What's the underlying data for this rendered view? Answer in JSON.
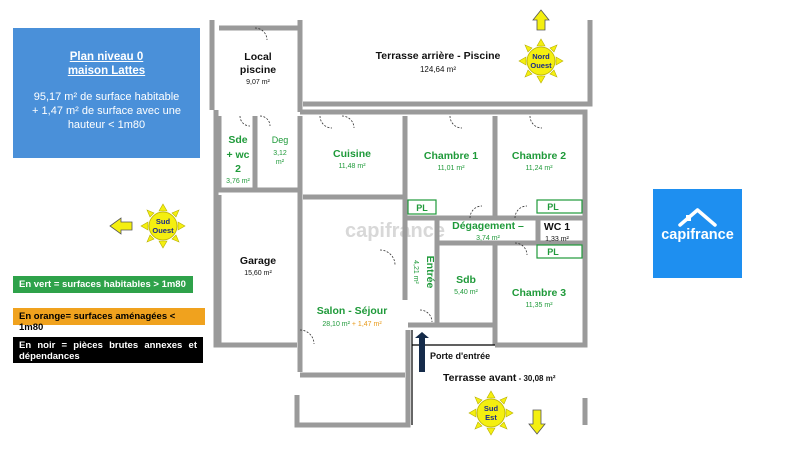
{
  "info": {
    "title_line1": "Plan niveau 0",
    "title_line2": "maison Lattes",
    "desc_line1": "95,17 m² de surface habitable",
    "desc_line2": "+ 1,47 m² de surface avec une",
    "desc_line3": "hauteur < 1m80"
  },
  "legend": {
    "green": "En vert = surfaces habitables > 1m80",
    "orange": "En orange= surfaces aménagées < 1m80",
    "black": "En noir = pièces brutes annexes et dépendances"
  },
  "logo": {
    "text": "capifrance"
  },
  "watermark": "capifrance",
  "compass": {
    "north_west": [
      "Nord",
      "Ouest"
    ],
    "south_west": [
      "Sud",
      "Ouest"
    ],
    "south_east": [
      "Sud",
      "Est"
    ]
  },
  "rooms": {
    "local_piscine": {
      "name1": "Local",
      "name2": "piscine",
      "area": "9,07 m²"
    },
    "terrasse_arriere": {
      "name": "Terrasse arrière - Piscine",
      "area": "124,64 m²"
    },
    "sde_wc": {
      "name1": "Sde",
      "name2": "+ wc",
      "name3": "2",
      "area": "3,76 m²"
    },
    "deg": {
      "name": "Deg",
      "area1": "3,12",
      "area2": "m²"
    },
    "cuisine": {
      "name": "Cuisine",
      "area": "11,48 m²"
    },
    "chambre1": {
      "name": "Chambre 1",
      "area": "11,01 m²"
    },
    "chambre2": {
      "name": "Chambre 2",
      "area": "11,24 m²"
    },
    "garage": {
      "name": "Garage",
      "area": "15,60 m²"
    },
    "degagement": {
      "name": "Dégagement –",
      "area": "3,74 m²"
    },
    "wc1": {
      "name": "WC 1",
      "area": "1,33 m²"
    },
    "entree": {
      "name": "Entrée",
      "area": "4,21 m²"
    },
    "sdb": {
      "name": "Sdb",
      "area": "5,40 m²"
    },
    "chambre3": {
      "name": "Chambre 3",
      "area": "11,35 m²"
    },
    "salon": {
      "name": "Salon - Séjour",
      "area_green": "28,10 m²",
      "area_orange": " + 1,47 m²"
    },
    "terrasse_avant": {
      "name": "Terrasse avant",
      "area": " - 30,08 m²"
    }
  },
  "pl_label": "PL",
  "porte_entree": "Porte d'entrée"
}
